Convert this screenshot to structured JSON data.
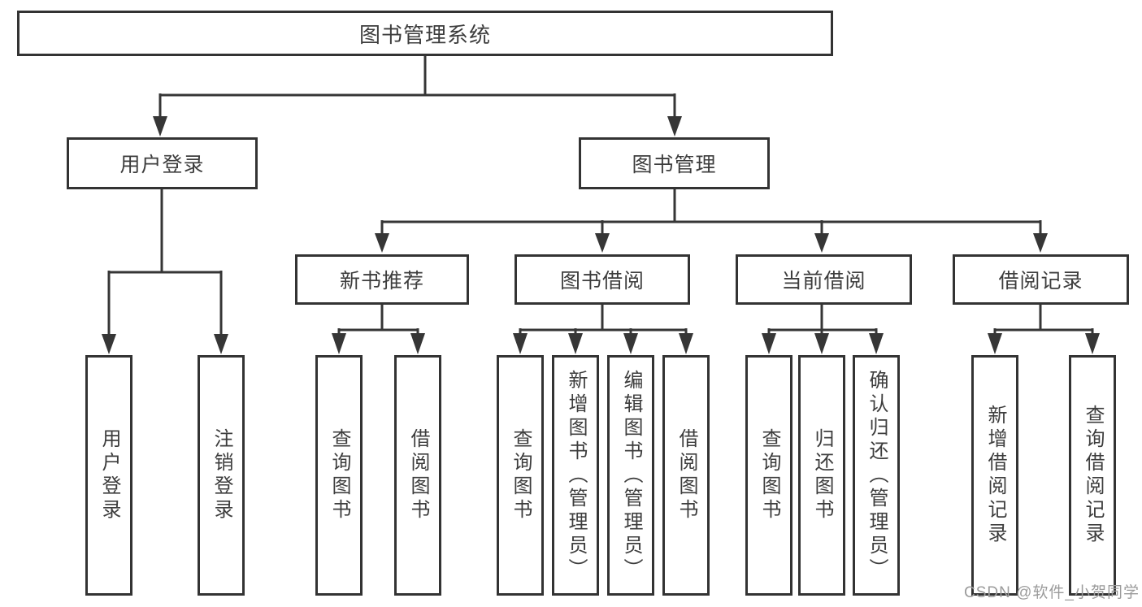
{
  "diagram": {
    "tree": {
      "root": {
        "label": "图书管理系统"
      },
      "branches": [
        {
          "label": "用户登录",
          "children": [
            {
              "label": "用户登录"
            },
            {
              "label": "注销登录"
            }
          ]
        },
        {
          "label": "图书管理",
          "children": [
            {
              "label": "新书推荐",
              "children": [
                {
                  "label": "查询图书"
                },
                {
                  "label": "借阅图书"
                }
              ]
            },
            {
              "label": "图书借阅",
              "children": [
                {
                  "label": "查询图书"
                },
                {
                  "label": "新增图书（管理员）"
                },
                {
                  "label": "编辑图书（管理员）"
                },
                {
                  "label": "借阅图书"
                }
              ]
            },
            {
              "label": "当前借阅",
              "children": [
                {
                  "label": "查询图书"
                },
                {
                  "label": "归还图书"
                },
                {
                  "label": "确认归还（管理员）"
                }
              ]
            },
            {
              "label": "借阅记录",
              "children": [
                {
                  "label": "新增借阅记录"
                },
                {
                  "label": "查询借阅记录"
                }
              ]
            }
          ]
        }
      ]
    }
  },
  "watermark": {
    "text": "CSDN @软件_小贺同学"
  },
  "colors": {
    "line": "#363636",
    "box_border": "#333333",
    "text": "#3d3d3d",
    "watermark": "#9b9b9b",
    "background": "#ffffff"
  }
}
